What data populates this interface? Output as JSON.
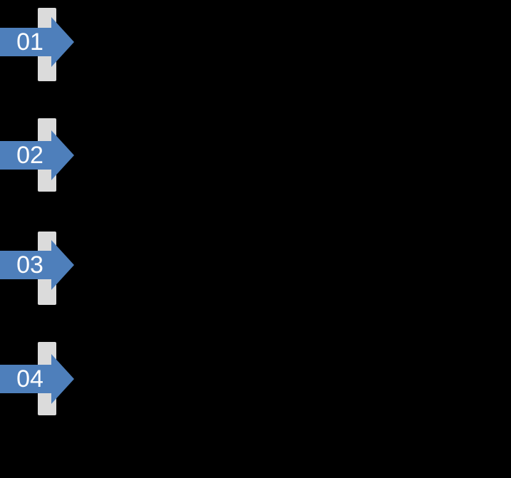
{
  "diagram": {
    "colors": {
      "background": "#000000",
      "arrow": "#4e7fbb",
      "bar": "#dbdbdb",
      "label": "#ffffff"
    },
    "steps": [
      {
        "label": "01"
      },
      {
        "label": "02"
      },
      {
        "label": "03"
      },
      {
        "label": "04"
      }
    ]
  }
}
